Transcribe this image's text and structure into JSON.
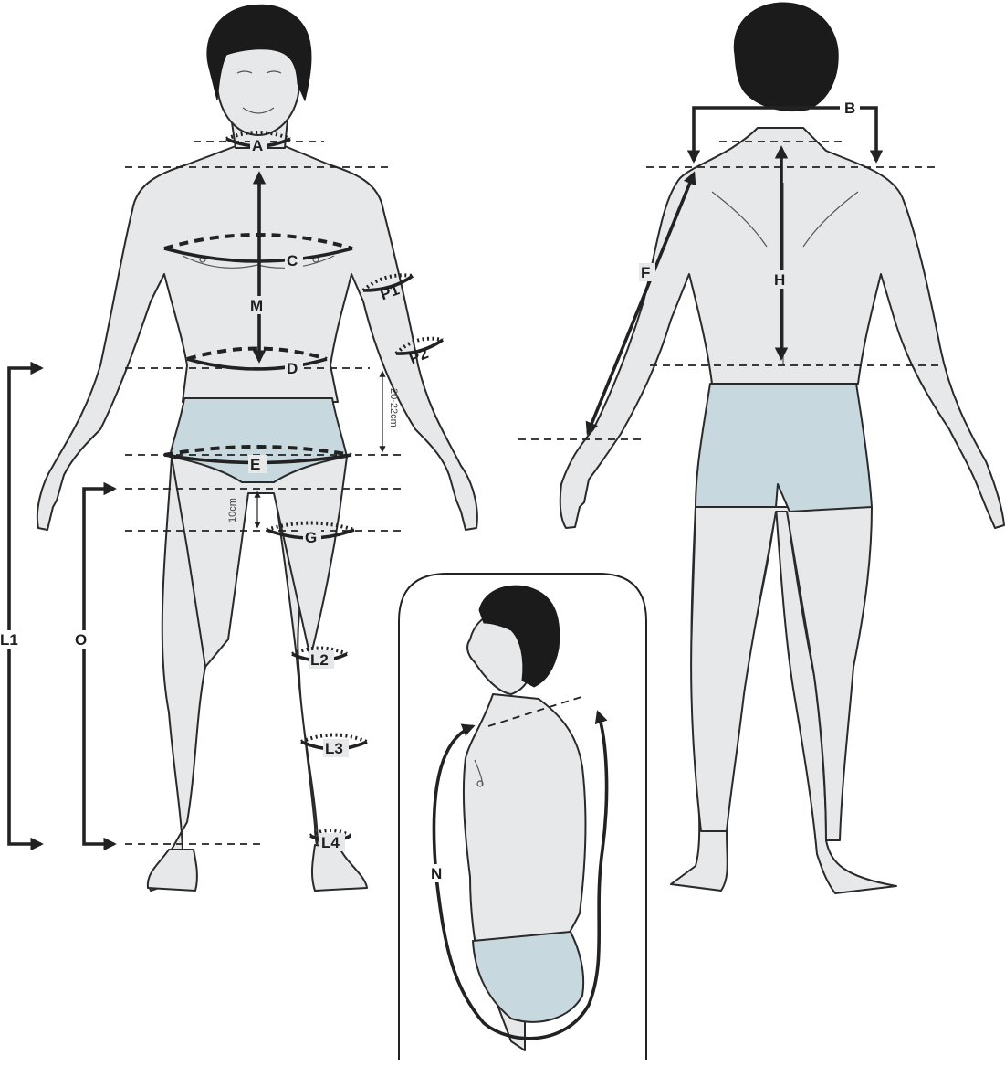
{
  "labels": {
    "A": "A",
    "B": "B",
    "C": "C",
    "D": "D",
    "E": "E",
    "F": "F",
    "G": "G",
    "H": "H",
    "M": "M",
    "N": "N",
    "O": "O",
    "P1": "P1",
    "P2": "P2",
    "L1": "L1",
    "L2": "L2",
    "L3": "L3",
    "L4": "L4"
  },
  "notes": {
    "waist_to_hip": "20-22cm",
    "crotch_to_thigh": "10cm"
  },
  "colors": {
    "skin": "#e7e8ea",
    "shorts": "#c8d8df",
    "hair": "#1b1b1b",
    "ink": "#222222"
  }
}
